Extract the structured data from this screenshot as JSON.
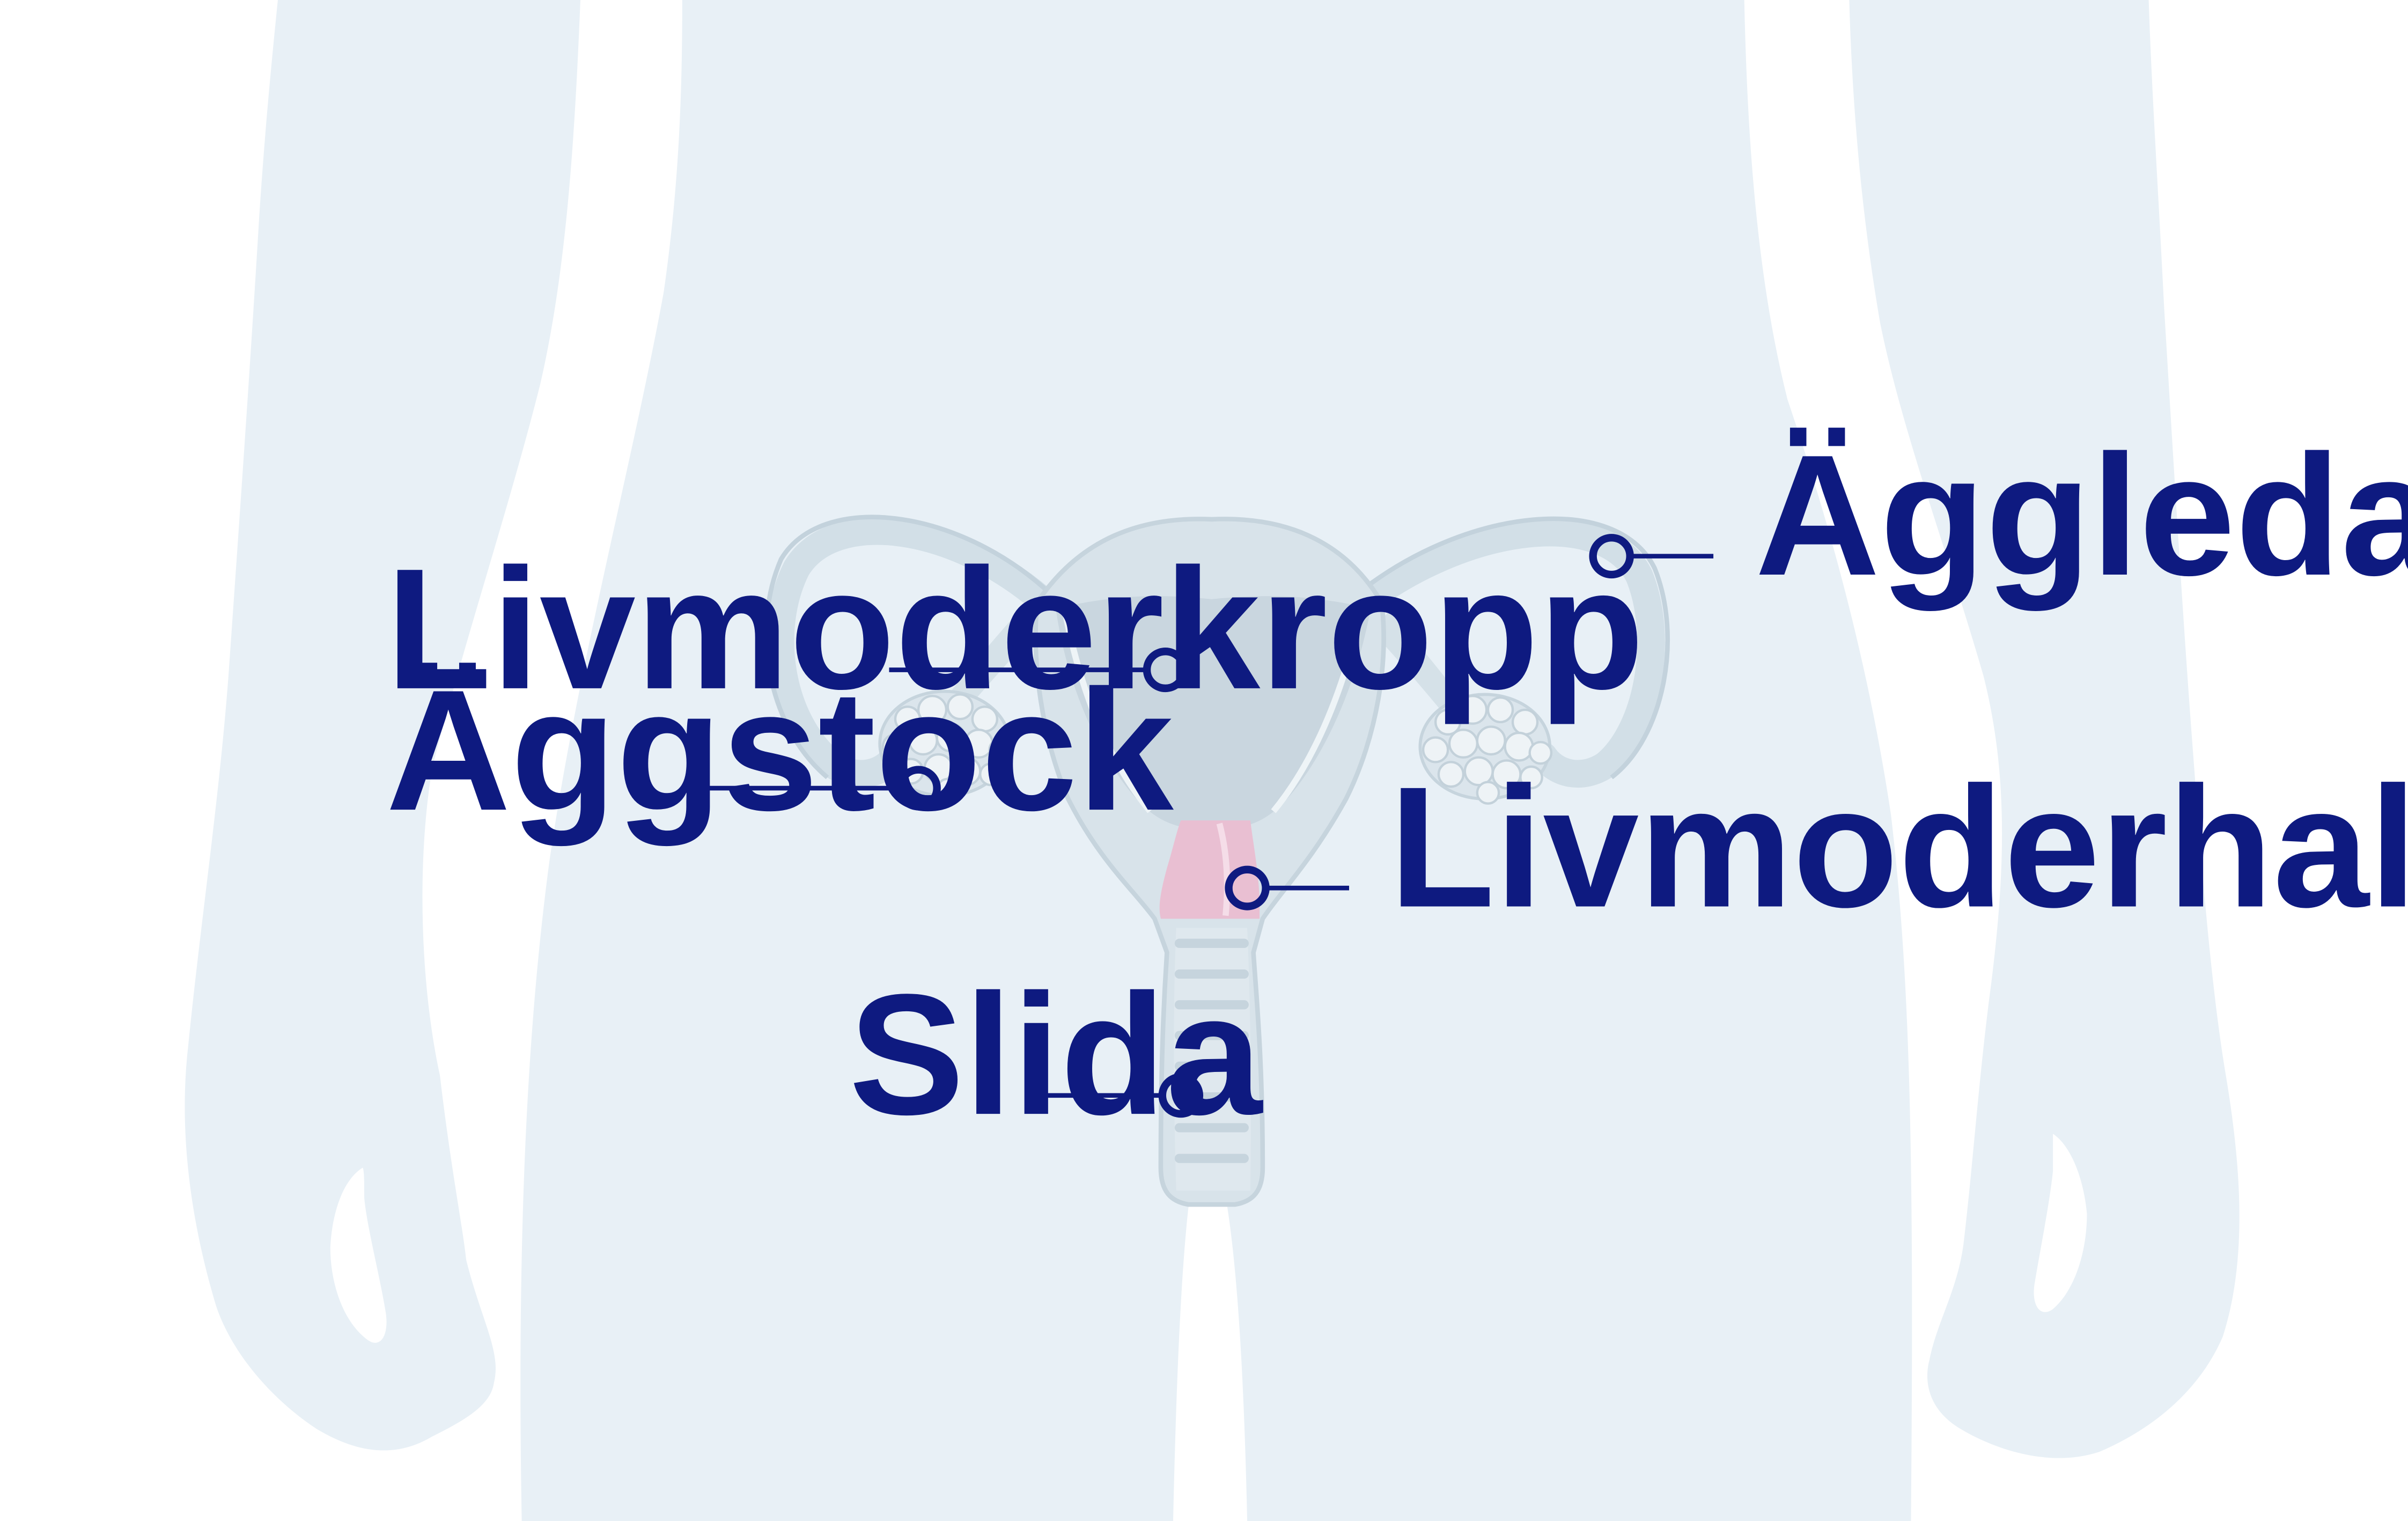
{
  "colors": {
    "background": "#ffffff",
    "body_silhouette": "#e8f0f6",
    "organ_fill": "#d5e1e8",
    "organ_outline": "#c6d4dd",
    "organ_highlight": "#eef4f7",
    "cervix": "#e9bfd2",
    "label_text": "#0e1a80",
    "leader_line": "#0e1a80"
  },
  "labels": {
    "aggledare": "Äggledare",
    "livmoderkropp": "Livmoderkropp",
    "aggstock": "Äggstock",
    "livmoderhals": "Livmoderhals",
    "slida": "Slida"
  }
}
